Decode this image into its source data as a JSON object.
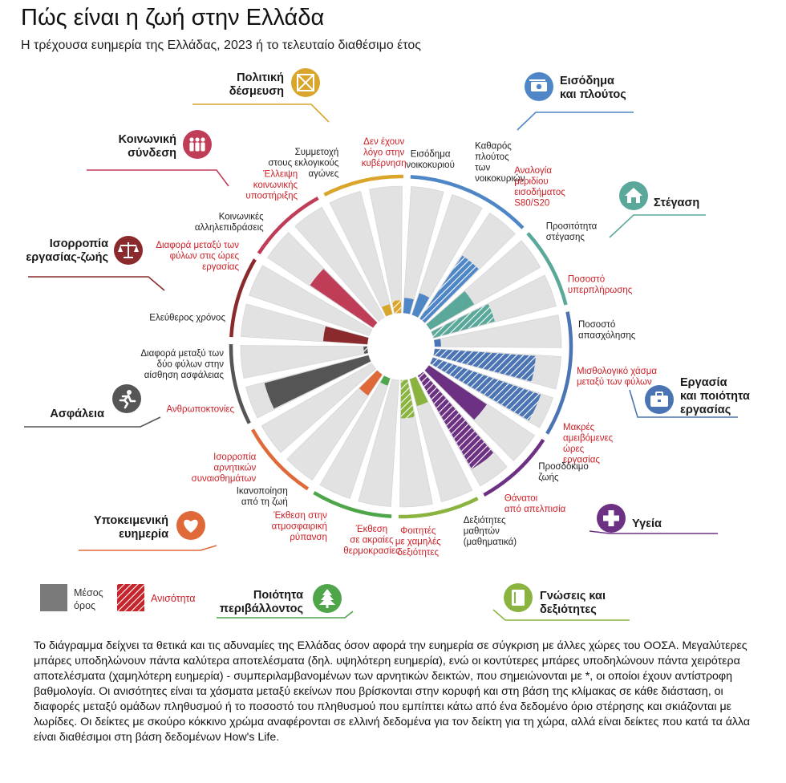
{
  "title": "Πώς είναι η ζωή στην Ελλάδα",
  "subtitle": "Η τρέχουσα ευημερία της Ελλάδας, 2023 ή το τελευταίο διαθέσιμο έτος",
  "legend": {
    "average": "Μέσος όρος",
    "inequality": "Ανισότητα"
  },
  "caption": "Το διάγραμμα δείχνει τα θετικά και τις αδυναμίες της Ελλάδας όσον αφορά την ευημερία σε σύγκριση με άλλες χώρες του ΟΟΣΑ. Μεγαλύτερες μπάρες υποδηλώνουν πάντα καλύτερα αποτελέσματα (δηλ. υψηλότερη ευημερία), ενώ οι κοντύτερες μπάρες υποδηλώνουν πάντα χειρότερα αποτελέσματα (χαμηλότερη ευημερία) - συμπεριλαμβανομένων των αρνητικών δεικτών, που σημειώνονται με *, οι οποίοι έχουν αντίστροφη βαθμολογία. Οι ανισότητες είναι τα χάσματα μεταξύ εκείνων που βρίσκονται στην κορυφή και στη βάση της κλίμακας σε κάθε διάσταση, οι διαφορές μεταξύ ομάδων πληθυσμού ή το ποσοστό του πληθυσμού που εμπίπτει κάτω από ένα δεδομένο όριο στέρησης και σκιάζονται με λωρίδες. Οι δείκτες με σκούρο κόκκινο χρώμα αναφέρονται σε ελλινή δεδομένα για τον δείκτη για τη χώρα, αλλά είναι δείκτες που κατά τα άλλα είναι διαθέσιμοι στη βάση δεδομένων How's Life.",
  "dimensions": [
    {
      "name": "Εισόδημα\nκαι πλούτος",
      "color": "#4f86c6",
      "icon": "money-icon"
    },
    {
      "name": "Στέγαση",
      "color": "#5aa89a",
      "icon": "house-icon"
    },
    {
      "name": "Εργασία\nκαι ποιότητα\nεργασίας",
      "color": "#4a74b4",
      "icon": "briefcase-icon"
    },
    {
      "name": "Υγεία",
      "color": "#6d3183",
      "icon": "health-cross-icon"
    },
    {
      "name": "Γνώσεις και\nδεξιότητες",
      "color": "#8ab43f",
      "icon": "book-icon"
    },
    {
      "name": "Ποιότητα\nπεριβάλλοντος",
      "color": "#4ea54a",
      "icon": "tree-icon"
    },
    {
      "name": "Υποκειμενική\nευημερία",
      "color": "#e0693a",
      "icon": "heart-icon"
    },
    {
      "name": "Ασφάλεια",
      "color": "#555555",
      "icon": "running-person-icon"
    },
    {
      "name": "Ισορροπία\nεργασίας-ζωής",
      "color": "#8b2a2c",
      "icon": "scales-icon"
    },
    {
      "name": "Κοινωνική\nσύνδεση",
      "color": "#c03d58",
      "icon": "people-icon"
    },
    {
      "name": "Πολιτική\nδέσμευση",
      "color": "#d9a52b",
      "icon": "ballot-box-icon"
    }
  ],
  "chart_data": {
    "type": "radial-bar",
    "scale": [
      0,
      1
    ],
    "legend": [
      "Μέσος όρος",
      "Ανισότητα"
    ],
    "indicators": [
      {
        "label": "Εισόδημα\nνοικοκυριού",
        "dim": 0,
        "value": 0.12,
        "type": "average",
        "available": true
      },
      {
        "label": "Καθαρός\nπλούτος\nτων\nνοικοκυριών",
        "dim": 0,
        "value": 0.18,
        "type": "average",
        "available": true
      },
      {
        "label": "Αναλογία\nμεριδίου\nεισοδήματος\nS80/S20",
        "dim": 0,
        "value": 0.6,
        "type": "inequality",
        "available": false
      },
      {
        "label": "Προσιτότητα\nστέγασης",
        "dim": 1,
        "value": 0.4,
        "type": "average",
        "available": true
      },
      {
        "label": "Ποσοστό\nυπερπλήρωσης",
        "dim": 1,
        "value": 0.5,
        "type": "inequality",
        "available": false
      },
      {
        "label": "Ποσοστό\nαπασχόλησης",
        "dim": 2,
        "value": 0.05,
        "type": "average",
        "available": true
      },
      {
        "label": "Μισθολογικό χάσμα\nμεταξύ των φύλων",
        "dim": 2,
        "value": 0.8,
        "type": "inequality",
        "available": false
      },
      {
        "label": "Μακρές\nαμειβόμενες\nώρες\nεργασίας",
        "dim": 2,
        "value": 0.9,
        "type": "inequality",
        "available": false
      },
      {
        "label": "Προσδόκιμο\nζωής",
        "dim": 3,
        "value": 0.55,
        "type": "average",
        "available": true
      },
      {
        "label": "Θάνατοι\nαπό απελπισία",
        "dim": 3,
        "value": 0.85,
        "type": "inequality",
        "available": false
      },
      {
        "label": "Δεξιότητες\nμαθητών\n(μαθηματικά)",
        "dim": 4,
        "value": 0.22,
        "type": "average",
        "available": true
      },
      {
        "label": "Φοιτητές\nμε χαμηλές\nδεξιότητες",
        "dim": 4,
        "value": 0.3,
        "type": "inequality",
        "available": false
      },
      {
        "label": "Έκθεση\nσε ακραίες\nθερμοκρασίες",
        "dim": 5,
        "value": 0.0,
        "type": "average",
        "available": false
      },
      {
        "label": "Έκθεση στην\nατμοσφαιρική\nρύπανση",
        "dim": 5,
        "value": 0.06,
        "type": "average",
        "available": false
      },
      {
        "label": "Ικανοποίηση\nαπό τη ζωή",
        "dim": 6,
        "value": 0.2,
        "type": "average",
        "available": true
      },
      {
        "label": "Ισορροπία\nαρνητικών\nσυναισθημάτων",
        "dim": 6,
        "value": 0.0,
        "type": "inequality",
        "available": false
      },
      {
        "label": "Ανθρωποκτονίες",
        "dim": 7,
        "value": 0.85,
        "type": "average",
        "available": false
      },
      {
        "label": "Διαφορά μεταξύ των\nδύο φύλων στην\nαίσθηση ασφάλειας",
        "dim": 7,
        "value": 0.03,
        "type": "inequality",
        "available": true
      },
      {
        "label": "Ελεύθερος χρόνος",
        "dim": 8,
        "value": 0.35,
        "type": "average",
        "available": true
      },
      {
        "label": "Διαφορά μεταξύ των\nφύλων στις ώρες\nεργασίας",
        "dim": 8,
        "value": 0.0,
        "type": "inequality",
        "available": false
      },
      {
        "label": "Κοινωνικές\nαλληλεπιδράσεις",
        "dim": 9,
        "value": 0.6,
        "type": "average",
        "available": true
      },
      {
        "label": "Έλλειψη\nκοινωνικής\nυποστήριξης",
        "dim": 9,
        "value": 0.0,
        "type": "average",
        "available": false
      },
      {
        "label": "Συμμετοχή\nστους εκλογικούς\nαγώνες",
        "dim": 10,
        "value": 0.08,
        "type": "average",
        "available": true
      },
      {
        "label": "Δεν έχουν\nλόγο στην\nκυβέρνηση",
        "dim": 10,
        "value": 0.1,
        "type": "inequality",
        "available": false
      }
    ]
  }
}
